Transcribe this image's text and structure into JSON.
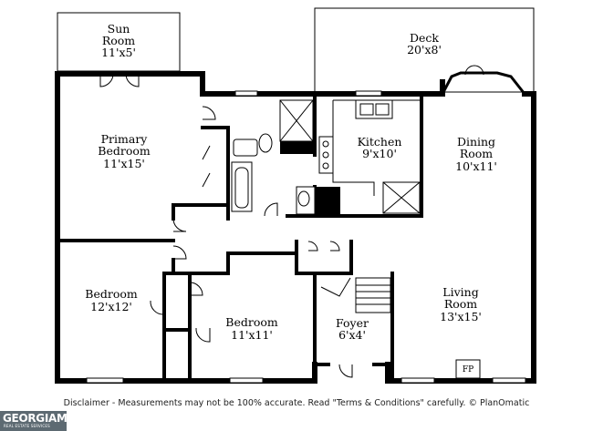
{
  "rooms": {
    "sun_room": {
      "name": "Sun",
      "name2": "Room",
      "dims": "11'x5'"
    },
    "deck": {
      "name": "Deck",
      "dims": "20'x8'"
    },
    "primary_bedroom": {
      "name": "Primary",
      "name2": "Bedroom",
      "dims": "11'x15'"
    },
    "kitchen": {
      "name": "Kitchen",
      "dims": "9'x10'"
    },
    "dining_room": {
      "name": "Dining",
      "name2": "Room",
      "dims": "10'x11'"
    },
    "bedroom_1": {
      "name": "Bedroom",
      "dims": "12'x12'"
    },
    "bedroom_2": {
      "name": "Bedroom",
      "dims": "11'x11'"
    },
    "foyer": {
      "name": "Foyer",
      "dims": "6'x4'"
    },
    "living_room": {
      "name": "Living",
      "name2": "Room",
      "dims": "13'x15'"
    }
  },
  "fireplace_label": "FP",
  "disclaimer": "Disclaimer - Measurements may not be 100% accurate. Read \"Terms & Conditions\" carefully. © PlanOmatic",
  "logo": {
    "main": "GEORGIAMLS",
    "sub": "REAL ESTATE SERVICES"
  }
}
